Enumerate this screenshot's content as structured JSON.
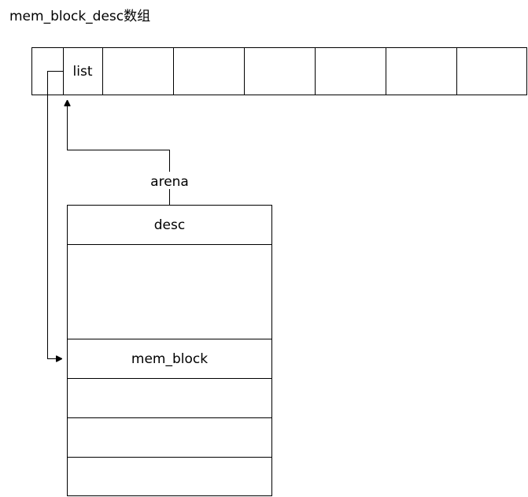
{
  "title": "mem_block_desc数组",
  "array": {
    "list_label": "list",
    "empty_cells": 6
  },
  "arena": {
    "link_label": "arena",
    "desc_label": "desc",
    "mem_block_label": "mem_block",
    "extra_rows": 3
  }
}
